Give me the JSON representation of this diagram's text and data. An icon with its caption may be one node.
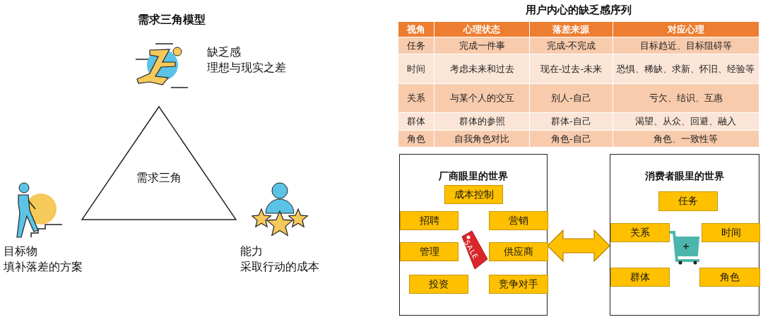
{
  "diagram": {
    "title": "需求三角模型",
    "nodes": [
      {
        "text": [
          "需求三角"
        ]
      },
      {
        "text": [
          "厂商眼里的世界"
        ]
      },
      {
        "text": [
          "成本控制"
        ],
        "in": 1
      },
      {
        "text": [
          "招聘"
        ],
        "in": 1
      },
      {
        "text": [
          "营销"
        ],
        "in": 1
      },
      {
        "text": [
          "管理"
        ],
        "in": 1
      },
      {
        "text": [
          "供应商"
        ],
        "in": 1
      },
      {
        "text": [
          "投资"
        ],
        "in": 1
      },
      {
        "text": [
          "竞争对手"
        ],
        "in": 1
      },
      {
        "text": [
          "消费者眼里的世界"
        ]
      },
      {
        "text": [
          "任务"
        ],
        "in": 9
      },
      {
        "text": [
          "关系"
        ],
        "in": 9
      },
      {
        "text": [
          "时间"
        ],
        "in": 9
      },
      {
        "text": [
          "群体"
        ],
        "in": 9
      },
      {
        "text": [
          "角色"
        ],
        "in": 9
      }
    ],
    "edges": [
      {
        "from": 1,
        "to": 9,
        "arrow": "both"
      }
    ],
    "labels": [
      "缺乏感",
      "理想与现实之差",
      "目标物",
      "填补落差的方案",
      "能力",
      "采取行动的成本",
      "用户内心的缺乏感序列",
      "视角",
      "心理状态",
      "落差来源",
      "对应心理",
      "任务",
      "完成一件事",
      "完成-不完成",
      "目标趋近、目标阻碍等",
      "时间",
      "考虑未来和过去",
      "现在-过去-未来",
      "恐惧、稀缺、求新、怀旧、经验等",
      "关系",
      "与某个人的交互",
      "别人-自己",
      "亏欠、结识、互惠",
      "群体",
      "群体的参照",
      "群体-自己",
      "渴望、从众、回避、融入",
      "角色",
      "自我角色对比",
      "角色-自己",
      "角色、一致性等",
      "SALE"
    ]
  }
}
